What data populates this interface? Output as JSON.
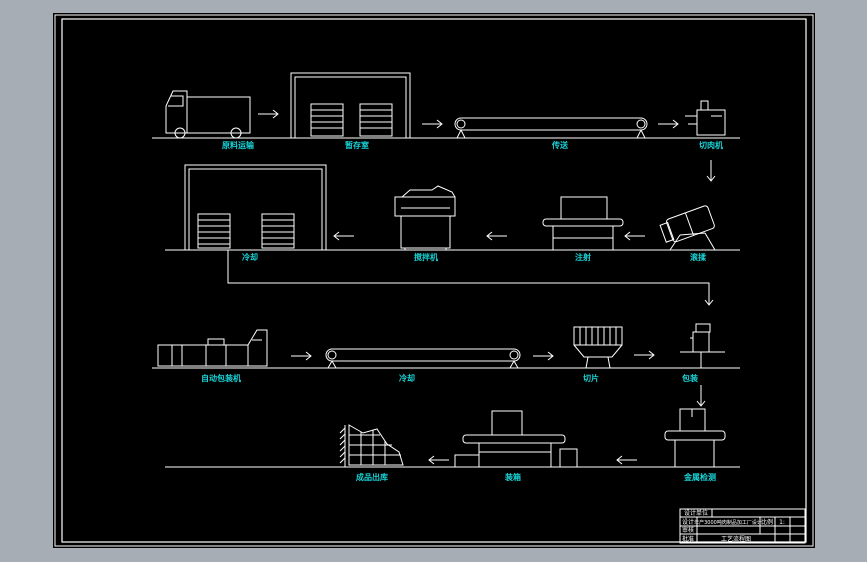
{
  "drawing": {
    "stages": {
      "s1": "原料运输",
      "s2": "暂存室",
      "s3": "传送",
      "s4": "切肉机",
      "s5": "搅拌机",
      "s6": "注射",
      "s7": "滚揉",
      "s8": "冷却",
      "s9": "包装",
      "s10": "切片",
      "s11": "冷却",
      "s12": "自动包装机",
      "s13": "金属检测",
      "s14": "装箱",
      "s15": "成品出库"
    }
  },
  "title_block": {
    "designer_label": "设计",
    "checker_label": "审核",
    "approver_label": "批准",
    "header_text": "设计单位",
    "project_title": "年产3000吨肉制品加工厂设计",
    "drawing_title": "工艺流程图",
    "scale_label": "比例",
    "scale_value": "1:"
  },
  "colors": {
    "background": "#000000",
    "line": "#ffffff",
    "label": "#18d4d8"
  }
}
